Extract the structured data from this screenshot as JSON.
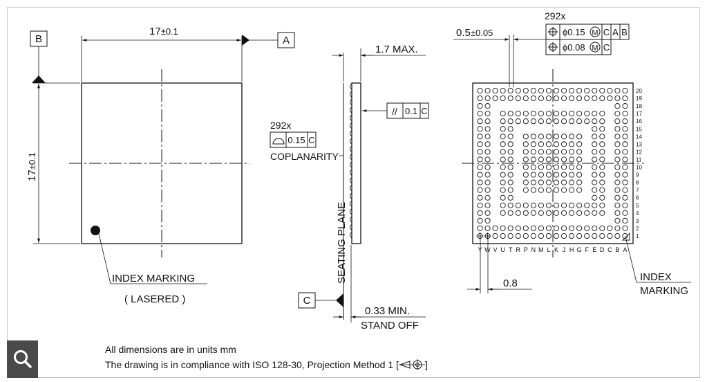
{
  "view_top": {
    "width_dim": "17",
    "width_tol": "±0.1",
    "height_dim": "17",
    "height_tol": "±0.1",
    "datum_a": "A",
    "datum_b": "B",
    "index_marking": "INDEX MARKING",
    "lasered": "( LASERED )"
  },
  "view_side": {
    "max_height": "1.7 MAX.",
    "parallelism_value": "0.1",
    "parallelism_datum": "C",
    "count": "292x",
    "coplanarity_value": "0.15",
    "coplanarity_datum": "C",
    "coplanarity_label": "COPLANARITY",
    "seating_plane": "SEATING PLANE",
    "datum_c": "C",
    "standoff_value": "0.33 MIN.",
    "standoff_label": "STAND OFF"
  },
  "view_bottom": {
    "count": "292x",
    "pitch_top_dim": "0.5",
    "pitch_top_tol": "±0.05",
    "fcf1_value": "ϕ0.15",
    "fcf1_mod": "M",
    "fcf1_datums": [
      "C",
      "A",
      "B"
    ],
    "fcf2_value": "ϕ0.08",
    "fcf2_mod": "M",
    "fcf2_datums": [
      "C"
    ],
    "row_labels": [
      "20",
      "19",
      "18",
      "17",
      "16",
      "15",
      "14",
      "13",
      "12",
      "11",
      "10",
      "9",
      "8",
      "7",
      "6",
      "5",
      "4",
      "3",
      "2",
      "1"
    ],
    "col_labels": [
      "Y",
      "W",
      "V",
      "U",
      "T",
      "R",
      "P",
      "N",
      "M",
      "L",
      "K",
      "J",
      "H",
      "G",
      "F",
      "E",
      "D",
      "C",
      "B",
      "A"
    ],
    "pitch_bottom": "0.8",
    "index_marking_1": "INDEX",
    "index_marking_2": "MARKING"
  },
  "notes": {
    "line1": "All dimensions are in units mm",
    "line2_prefix": "The drawing is in compliance with ISO 128-30, Projection Method 1 [",
    "line2_suffix": "]"
  },
  "icons": {
    "zoom": "magnifier-icon"
  }
}
